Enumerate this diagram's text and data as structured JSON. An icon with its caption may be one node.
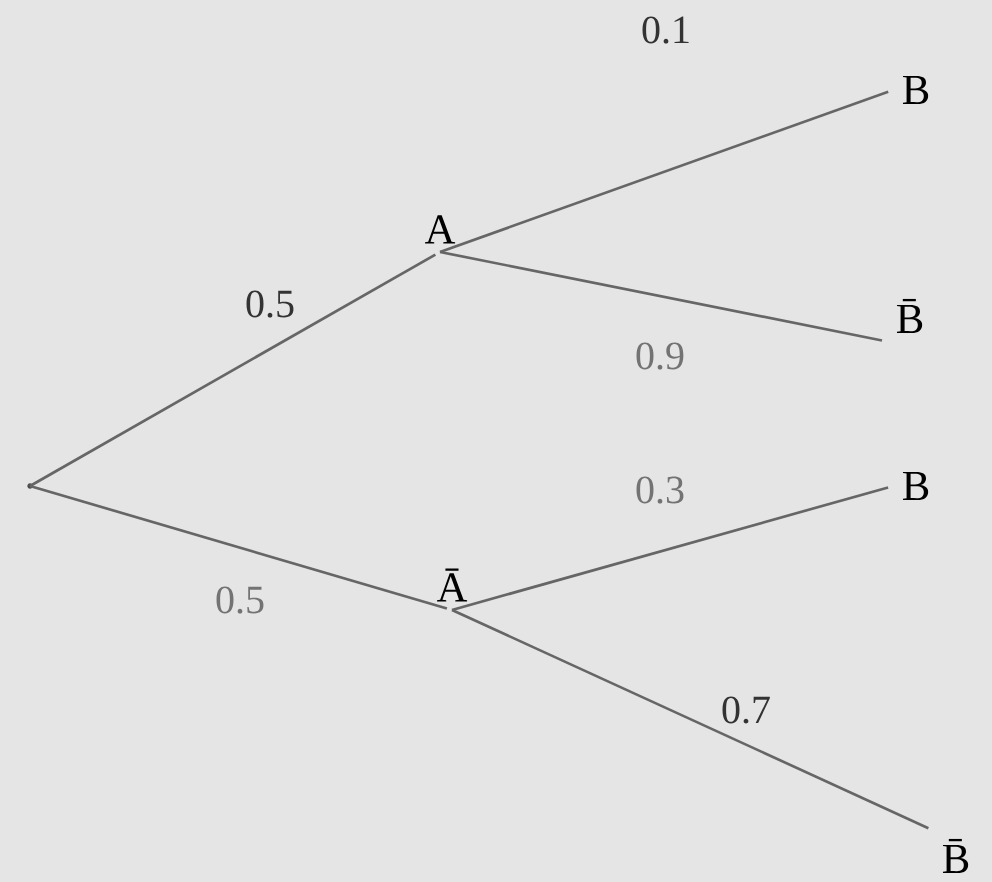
{
  "diagram": {
    "nodes": [
      {
        "text": [],
        "shape": "point"
      },
      {
        "text": [
          "A"
        ]
      },
      {
        "text": [
          "Ā"
        ]
      },
      {
        "text": [
          "B"
        ]
      },
      {
        "text": [
          "B̄"
        ]
      },
      {
        "text": [
          "B"
        ]
      },
      {
        "text": [
          "B̄"
        ]
      }
    ],
    "edges": [
      {
        "from": 0,
        "to": 1,
        "arrow": "none",
        "label": "0.5"
      },
      {
        "from": 0,
        "to": 2,
        "arrow": "none",
        "label": "0.5"
      },
      {
        "from": 1,
        "to": 3,
        "arrow": "none",
        "label": "0.1"
      },
      {
        "from": 1,
        "to": 4,
        "arrow": "none",
        "label": "0.9"
      },
      {
        "from": 2,
        "to": 5,
        "arrow": "none",
        "label": "0.3"
      },
      {
        "from": 2,
        "to": 6,
        "arrow": "none",
        "label": "0.7"
      }
    ]
  }
}
